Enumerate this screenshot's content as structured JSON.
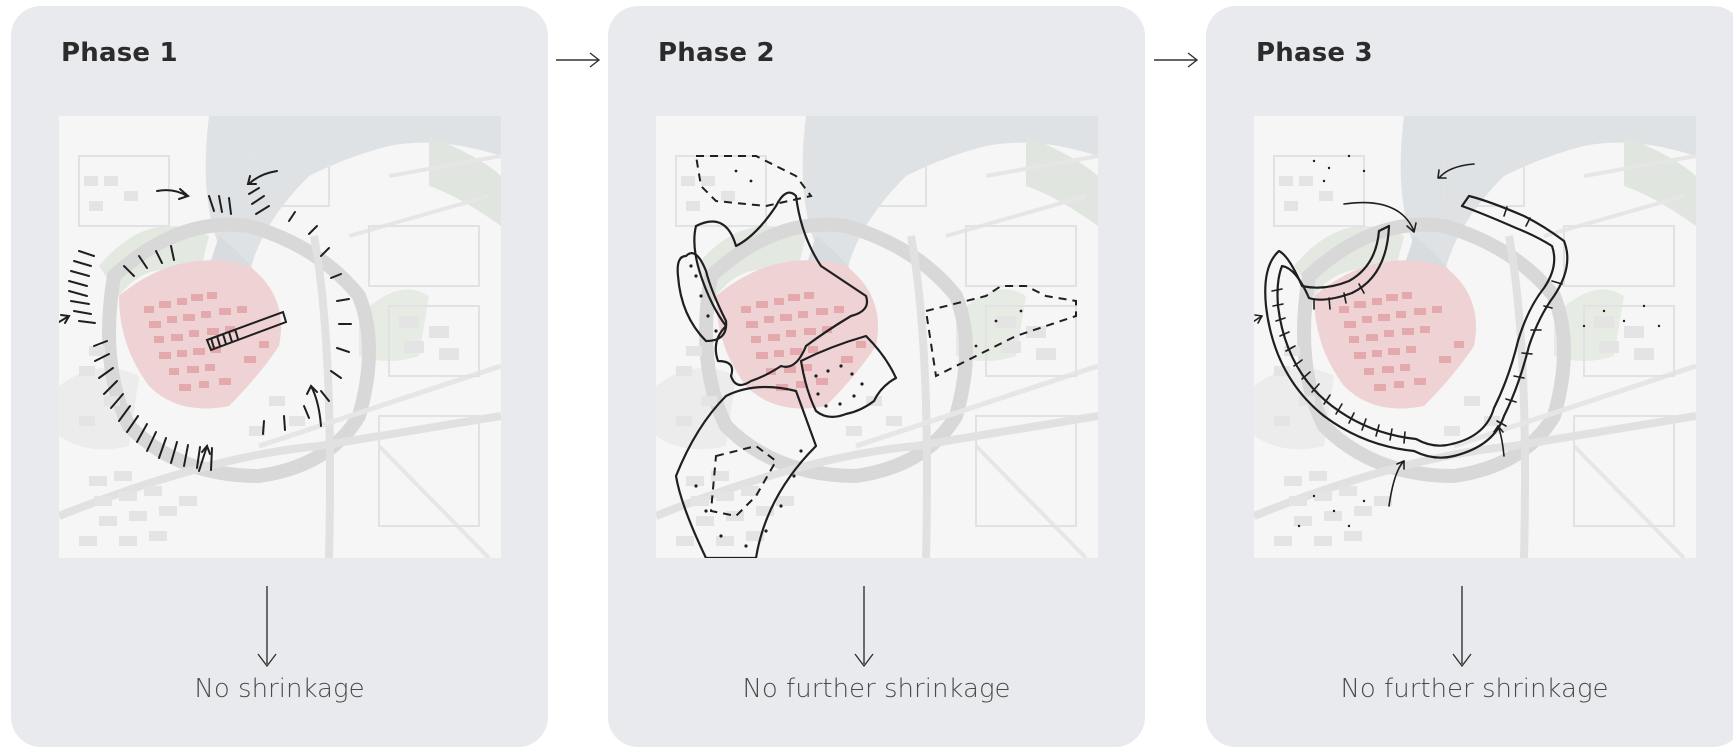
{
  "phases": [
    {
      "title": "Phase 1",
      "result": "No shrinkage"
    },
    {
      "title": "Phase 2",
      "result": "No further shrinkage"
    },
    {
      "title": "Phase 3",
      "result": "No further shrinkage"
    }
  ],
  "colors": {
    "panel": "#e9eaed",
    "map_base": "#f6f6f6",
    "water": "#dfe2e4",
    "green": "#e3e8e1",
    "urban_core": "#e8b7b9",
    "ink": "#1f1f1f"
  }
}
